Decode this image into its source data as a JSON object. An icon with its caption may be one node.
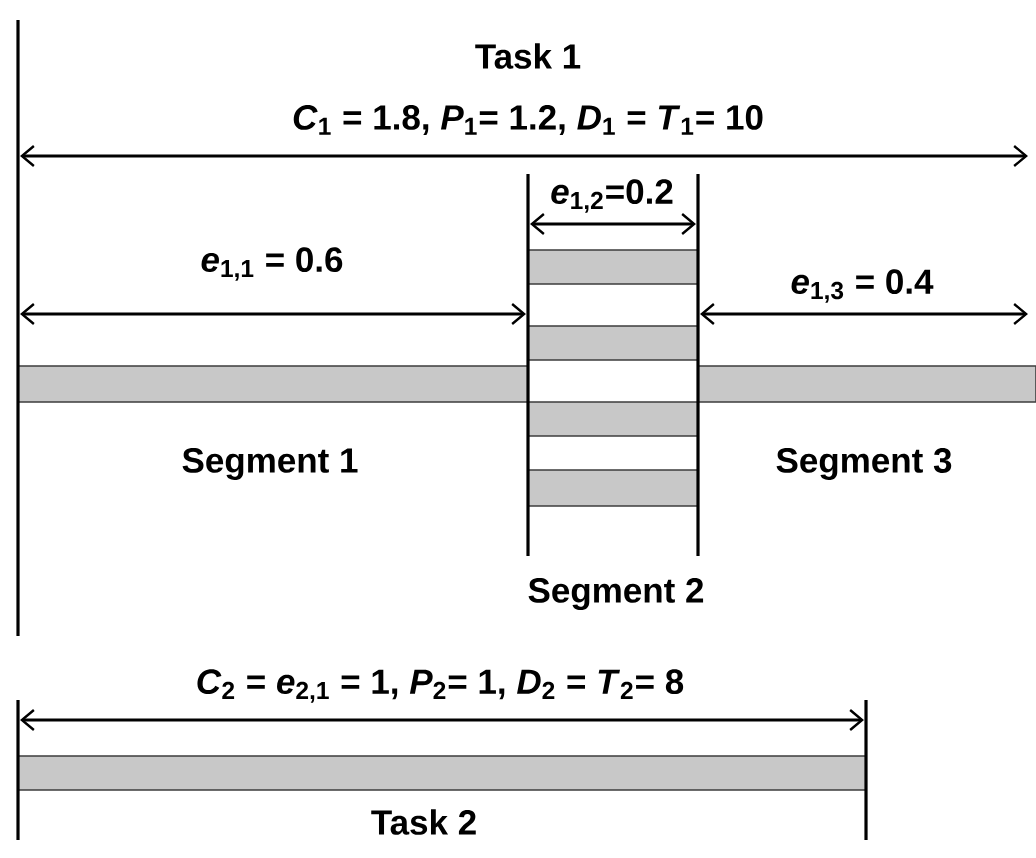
{
  "diagram": {
    "labels": [
      "Task 1",
      "*C*$_{1}$ = 1.8, *P*$_{1}$= 1.2, *D*$_{1}$ = *T*$_{1}$= 10",
      "*e*$_{1,2}$=0.2",
      "*e*$_{1,1}$ = 0.6",
      "*e*$_{1,3}$ = 0.4",
      "Segment 1",
      "Segment 3",
      "Segment 2",
      "*C*$_{2}$ = *e*$_{2,1}$ = 1, *P*$_{2}$= 1, *D*$_{2}$ = *T*$_{2}$= 8",
      "Task 2"
    ]
  }
}
